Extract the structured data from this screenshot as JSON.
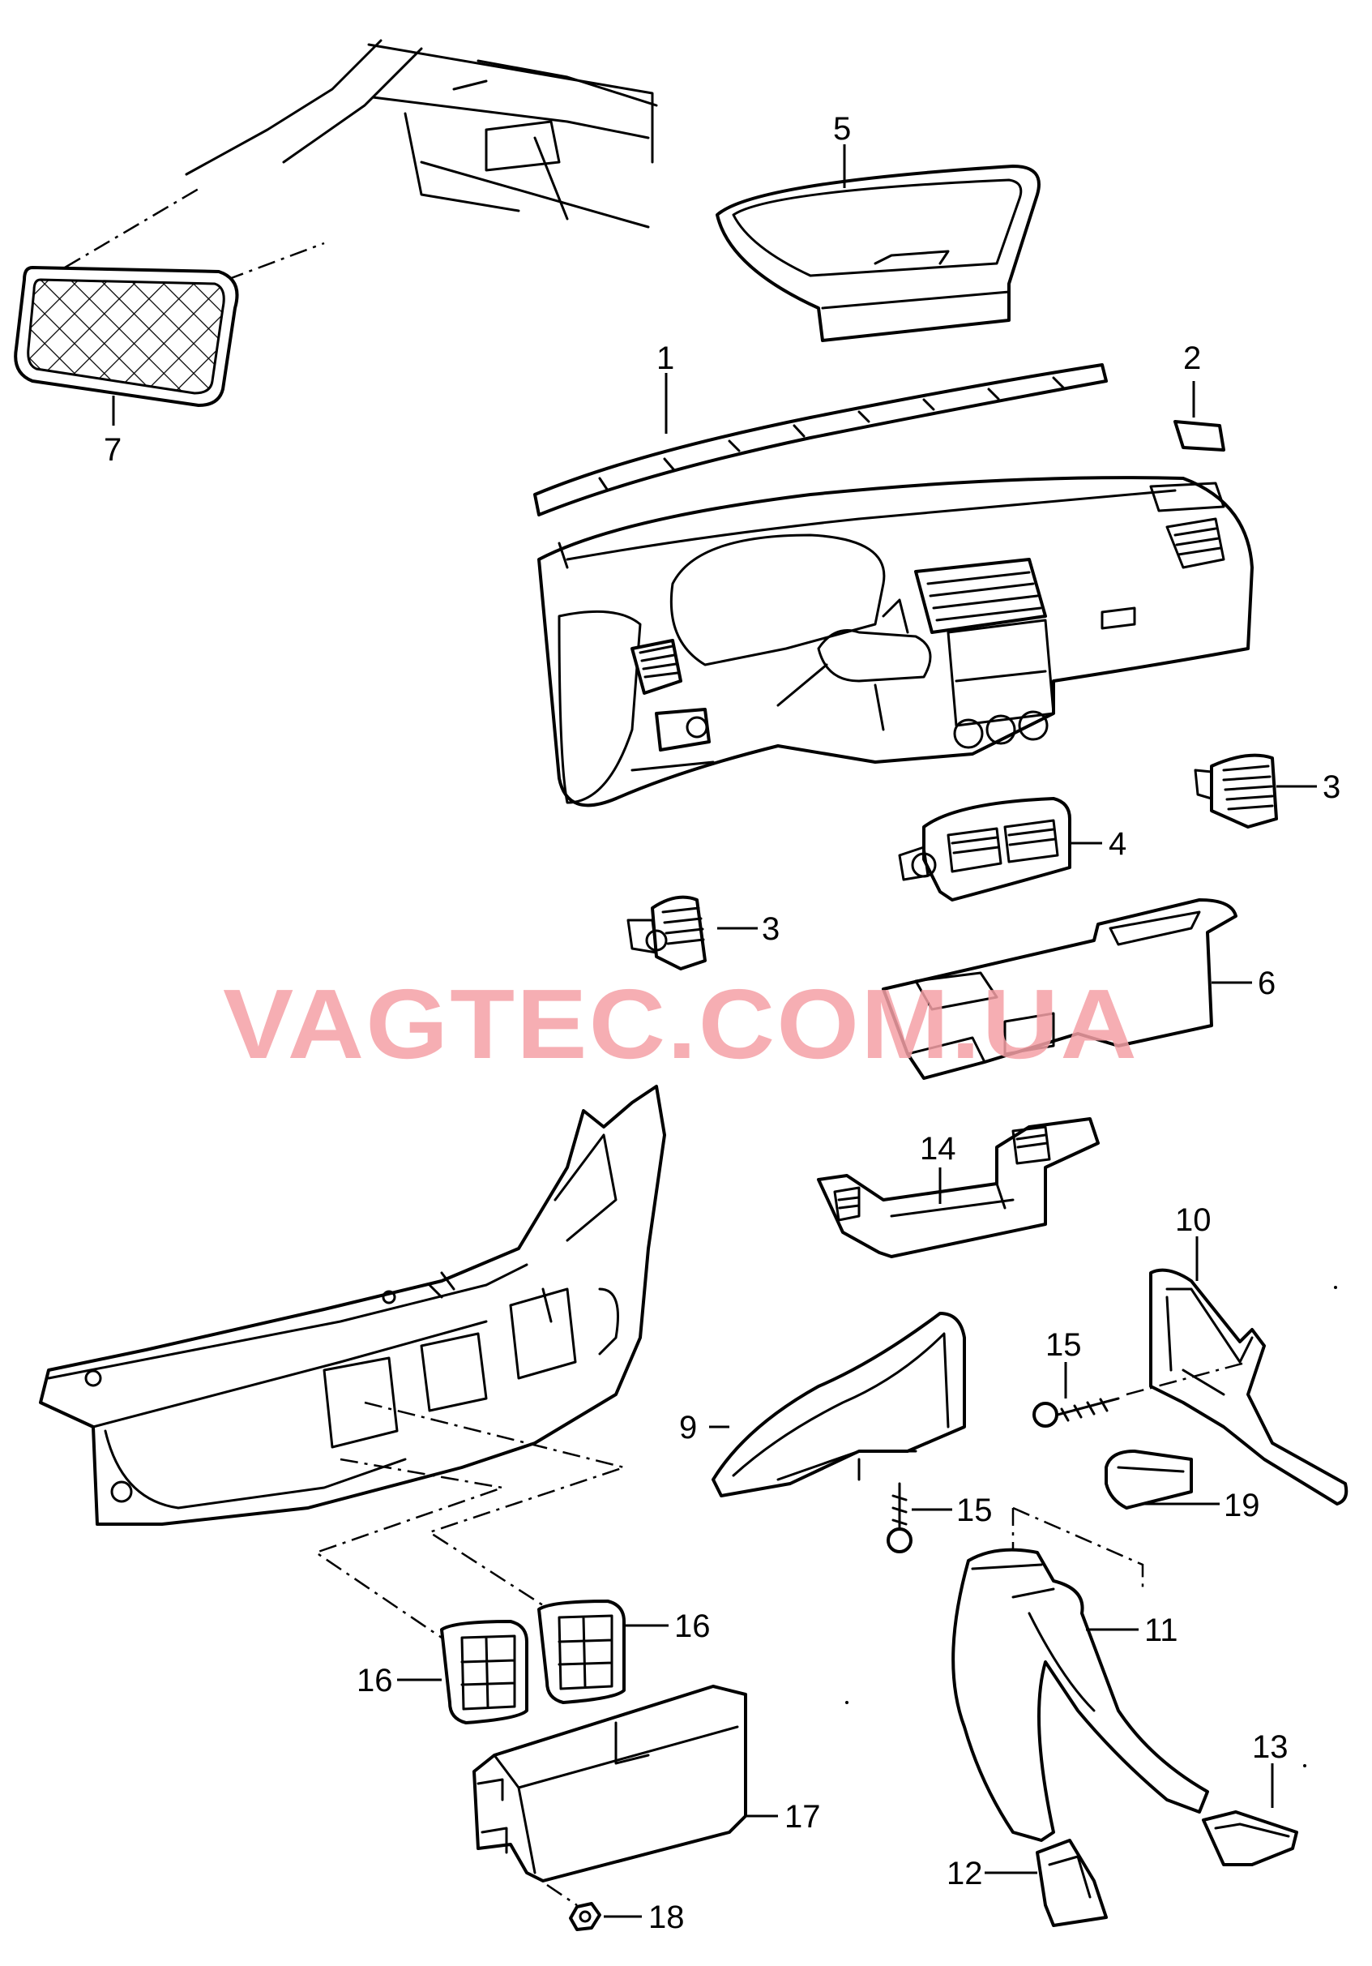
{
  "watermark": "VAGTEC.COM.UA",
  "callouts": {
    "c1": "1",
    "c2": "2",
    "c3a": "3",
    "c3b": "3",
    "c4": "4",
    "c5": "5",
    "c6": "6",
    "c7": "7",
    "c9": "9",
    "c10": "10",
    "c11": "11",
    "c12": "12",
    "c13": "13",
    "c14": "14",
    "c15a": "15",
    "c15b": "15",
    "c16a": "16",
    "c16b": "16",
    "c17": "17",
    "c18": "18",
    "c19": "19"
  }
}
